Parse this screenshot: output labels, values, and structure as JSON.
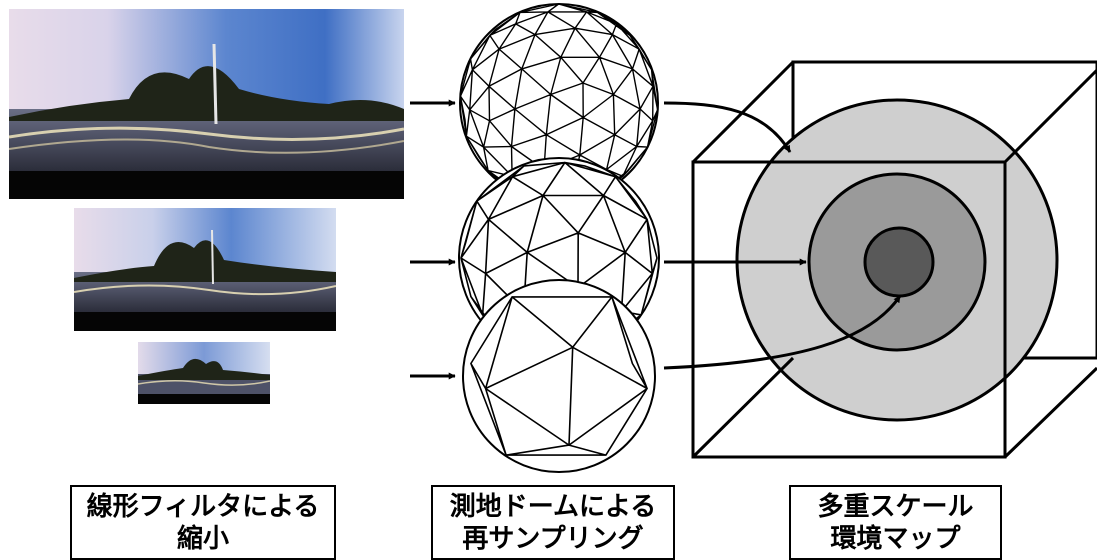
{
  "captions": [
    {
      "line1": "線形フィルタによる",
      "line2": "縮小"
    },
    {
      "line1": "測地ドームによる",
      "line2": "再サンプリング"
    },
    {
      "line1": "多重スケール",
      "line2": "環境マップ"
    }
  ],
  "colors": {
    "outer_disc": "#cfcfcf",
    "middle_disc": "#9a9a9a",
    "inner_disc": "#595959",
    "stroke": "#000000"
  },
  "panorama_images": [
    "panorama-large",
    "panorama-medium",
    "panorama-small"
  ],
  "dome_levels": [
    3,
    2,
    1
  ]
}
